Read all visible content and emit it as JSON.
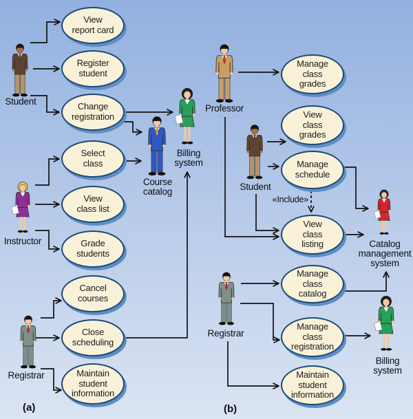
{
  "captions": {
    "a": "(a)",
    "b": "(b)"
  },
  "include_label": "«Include»",
  "usecases_a": [
    {
      "label": "View\nreport card"
    },
    {
      "label": "Register\nstudent"
    },
    {
      "label": "Change\nregistration"
    },
    {
      "label": "Select\nclass"
    },
    {
      "label": "View\nclass list"
    },
    {
      "label": "Grade\nstudents"
    },
    {
      "label": "Cancel\ncourses"
    },
    {
      "label": "Close\nscheduling"
    },
    {
      "label": "Maintain\nstudent\ninformation"
    }
  ],
  "usecases_b": [
    {
      "label": "Manage\nclass\ngrades"
    },
    {
      "label": "View\nclass\ngrades"
    },
    {
      "label": "Manage\nschedule"
    },
    {
      "label": "View\nclass\nlisting"
    },
    {
      "label": "Manage\nclass\ncatalog"
    },
    {
      "label": "Manage\nclass\nregistration"
    },
    {
      "label": "Maintain\nstudent\ninformation"
    }
  ],
  "actors": {
    "student_a": {
      "label": "Student",
      "fig": {
        "v": "m",
        "coat": "#5f4332",
        "pants": "#b6946d",
        "skin": "#a9713f",
        "hair": "#1d1410",
        "tie": "#5f4332"
      }
    },
    "instructor": {
      "label": "Instructor",
      "fig": {
        "v": "w",
        "coat": "#8b3196",
        "skin": "#f1c9a3",
        "hair": "#e9c553",
        "paper": true
      }
    },
    "registrar_a": {
      "label": "Registrar",
      "fig": {
        "v": "m",
        "coat": "#7e908c",
        "pants": "#7e908c",
        "skin": "#f1c9a3",
        "hair": "#17120e",
        "tie": "#d3222a"
      }
    },
    "course_catalog": {
      "label": "Course\ncatalog",
      "fig": {
        "v": "m",
        "coat": "#2f58c7",
        "pants": "#2f58c7",
        "skin": "#f1c9a3",
        "hair": "#17120e",
        "tie": "#e8a43c"
      }
    },
    "billing_a": {
      "label": "Billing\nsystem",
      "fig": {
        "v": "w",
        "coat": "#28a05a",
        "skin": "#f1c9a3",
        "hair": "#241a12",
        "paper": true
      }
    },
    "professor": {
      "label": "Professor",
      "fig": {
        "v": "m",
        "coat": "#c79f66",
        "pants": "#c79f66",
        "skin": "#f1c9a3",
        "hair": "#17120e",
        "tie": "#c0392b"
      }
    },
    "student_b": {
      "label": "Student",
      "fig": {
        "v": "m",
        "coat": "#5f4332",
        "pants": "#b6946d",
        "skin": "#a9713f",
        "hair": "#1d1410",
        "tie": "#5f4332"
      }
    },
    "registrar_b": {
      "label": "Registrar",
      "fig": {
        "v": "m",
        "coat": "#7e908c",
        "pants": "#7e908c",
        "skin": "#f1c9a3",
        "hair": "#17120e",
        "tie": "#d3222a"
      }
    },
    "catalog_mgmt": {
      "label": "Catalog\nmanagement\nsystem",
      "fig": {
        "v": "w",
        "coat": "#d3252b",
        "skin": "#f1c9a3",
        "hair": "#3a241a",
        "paper": true
      }
    },
    "billing_b": {
      "label": "Billing\nsystem",
      "fig": {
        "v": "w",
        "coat": "#28a05a",
        "skin": "#f1c9a3",
        "hair": "#241a12",
        "paper": true
      }
    }
  },
  "colors": {
    "background_top": "#92b0df",
    "background_bottom": "#dbe4f3",
    "oval_fill": "#f9f2d8",
    "oval_border": "#1c4a74",
    "oval_shadow": "#5d8ec4",
    "connector": "#121212"
  }
}
